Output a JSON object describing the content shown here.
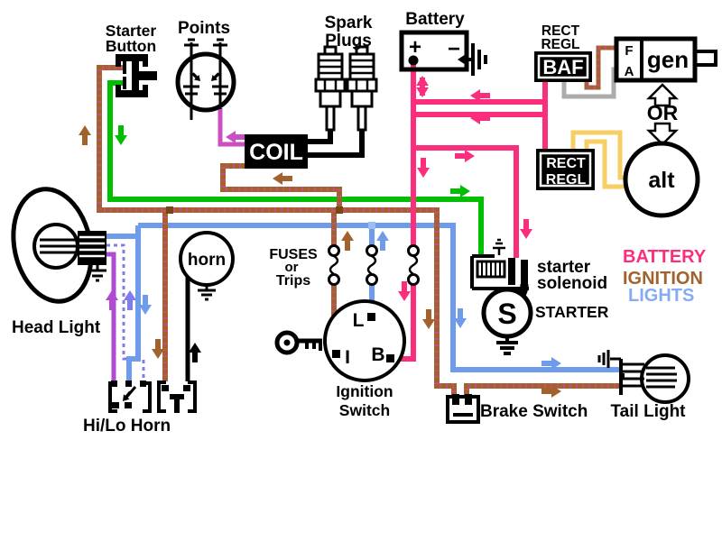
{
  "colors": {
    "battery": "#FB2E7E",
    "ignition": "#A2622D",
    "speckle": "#C8507A",
    "lights": "#6E9BEA",
    "lights_label": "#86ABF2",
    "green": "#00BE00",
    "magenta": "#C94FC3",
    "purple": "#B04AD0",
    "violet": "#7F7CEF",
    "yellow": "#F7CE63",
    "grey": "#ACACAC"
  },
  "labels": {
    "starter_button_line1": "Starter",
    "starter_button_line2": "Button",
    "points": "Points",
    "spark_line1": "Spark",
    "spark_line2": "Plugs",
    "battery": "Battery",
    "battery_plus": "+",
    "battery_minus": "−",
    "rect_regl1_line1": "RECT",
    "rect_regl1_line2": "REGL",
    "baf": "BAF",
    "gen": "gen",
    "gen_f": "F",
    "gen_a": "A",
    "or": "OR",
    "rect_regl2_line1": "RECT",
    "rect_regl2_line2": "REGL",
    "alt": "alt",
    "coil": "COIL",
    "horn": "horn",
    "fuses_line1": "FUSES",
    "fuses_line2": "or",
    "fuses_line3": "Trips",
    "solenoid_line1": "starter",
    "solenoid_line2": "solenoid",
    "starter": "STARTER",
    "legend_battery": "BATTERY",
    "legend_ignition": "IGNITION",
    "legend_lights": "LIGHTS",
    "head_light": "Head Light",
    "hi_lo_horn": "Hi/Lo Horn",
    "ignition_line1": "Ignition",
    "ignition_line2": "Switch",
    "term_l": "L",
    "term_i": "I",
    "term_b": "B",
    "brake_switch": "Brake Switch",
    "tail_light": "Tail Light"
  }
}
